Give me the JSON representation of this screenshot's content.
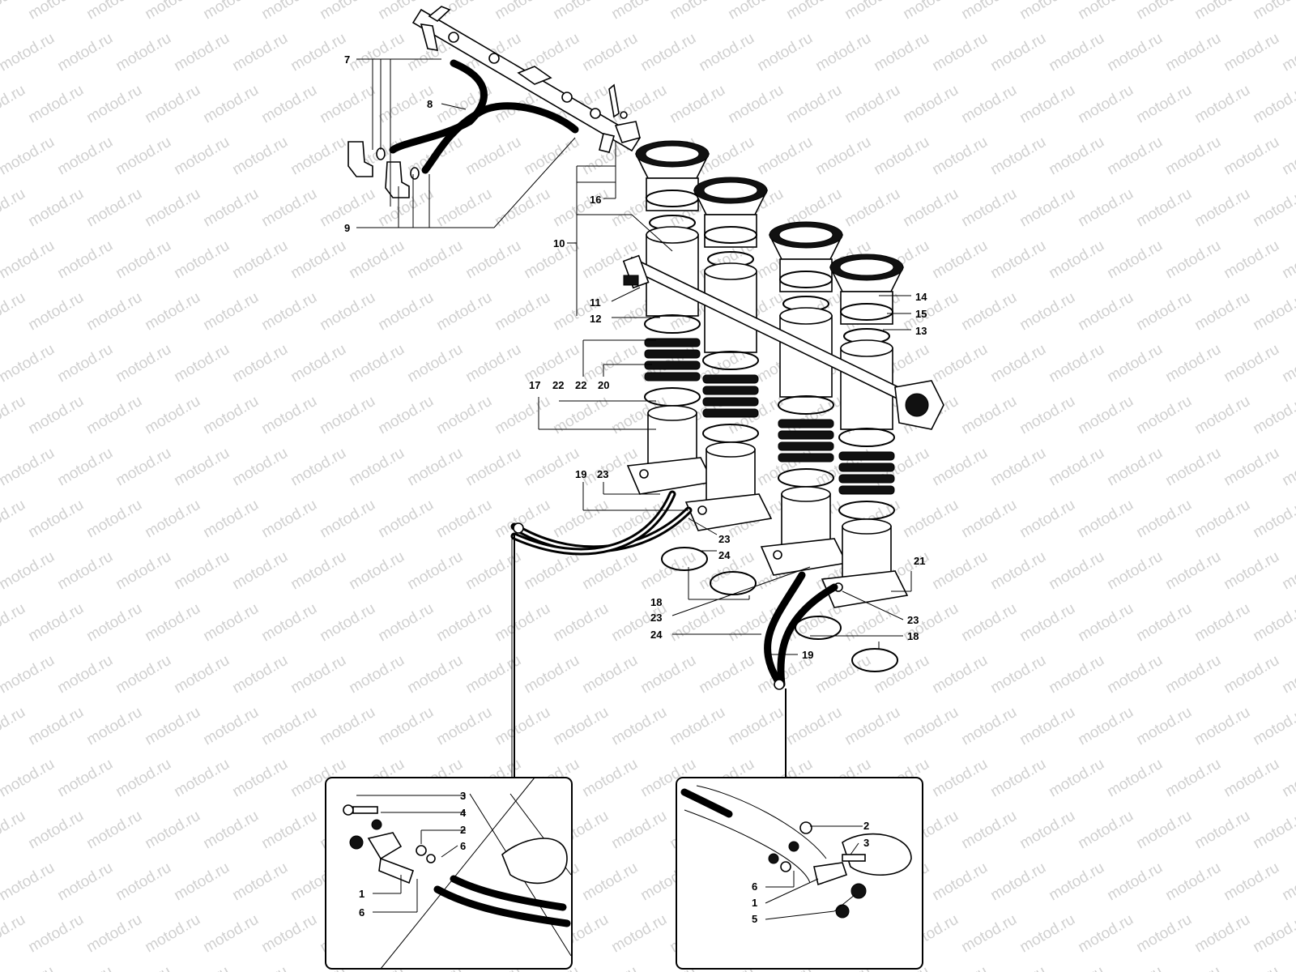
{
  "watermark": {
    "text": "motod.ru"
  },
  "callouts_main": [
    {
      "id": "c7",
      "text": "7"
    },
    {
      "id": "c8",
      "text": "8"
    },
    {
      "id": "c9",
      "text": "9"
    },
    {
      "id": "c10",
      "text": "10"
    },
    {
      "id": "c11",
      "text": "11"
    },
    {
      "id": "c12",
      "text": "12"
    },
    {
      "id": "c13",
      "text": "13"
    },
    {
      "id": "c14",
      "text": "14"
    },
    {
      "id": "c15",
      "text": "15"
    },
    {
      "id": "c16",
      "text": "16"
    },
    {
      "id": "c17",
      "text": "17"
    },
    {
      "id": "c18a",
      "text": "18"
    },
    {
      "id": "c18b",
      "text": "18"
    },
    {
      "id": "c19a",
      "text": "19"
    },
    {
      "id": "c19b",
      "text": "19"
    },
    {
      "id": "c20",
      "text": "20"
    },
    {
      "id": "c21",
      "text": "21"
    },
    {
      "id": "c22a",
      "text": "22"
    },
    {
      "id": "c22b",
      "text": "22"
    },
    {
      "id": "c23a",
      "text": "23"
    },
    {
      "id": "c23b",
      "text": "23"
    },
    {
      "id": "c23c",
      "text": "23"
    },
    {
      "id": "c23d",
      "text": "23"
    },
    {
      "id": "c24a",
      "text": "24"
    },
    {
      "id": "c24b",
      "text": "24"
    }
  ],
  "inset_left": {
    "callouts": [
      {
        "id": "l3",
        "text": "3"
      },
      {
        "id": "l4",
        "text": "4"
      },
      {
        "id": "l2",
        "text": "2"
      },
      {
        "id": "l6a",
        "text": "6"
      },
      {
        "id": "l1",
        "text": "1"
      },
      {
        "id": "l6b",
        "text": "6"
      }
    ]
  },
  "inset_right": {
    "callouts": [
      {
        "id": "r2",
        "text": "2"
      },
      {
        "id": "r3",
        "text": "3"
      },
      {
        "id": "r6",
        "text": "6"
      },
      {
        "id": "r1",
        "text": "1"
      },
      {
        "id": "r5",
        "text": "5"
      }
    ]
  }
}
